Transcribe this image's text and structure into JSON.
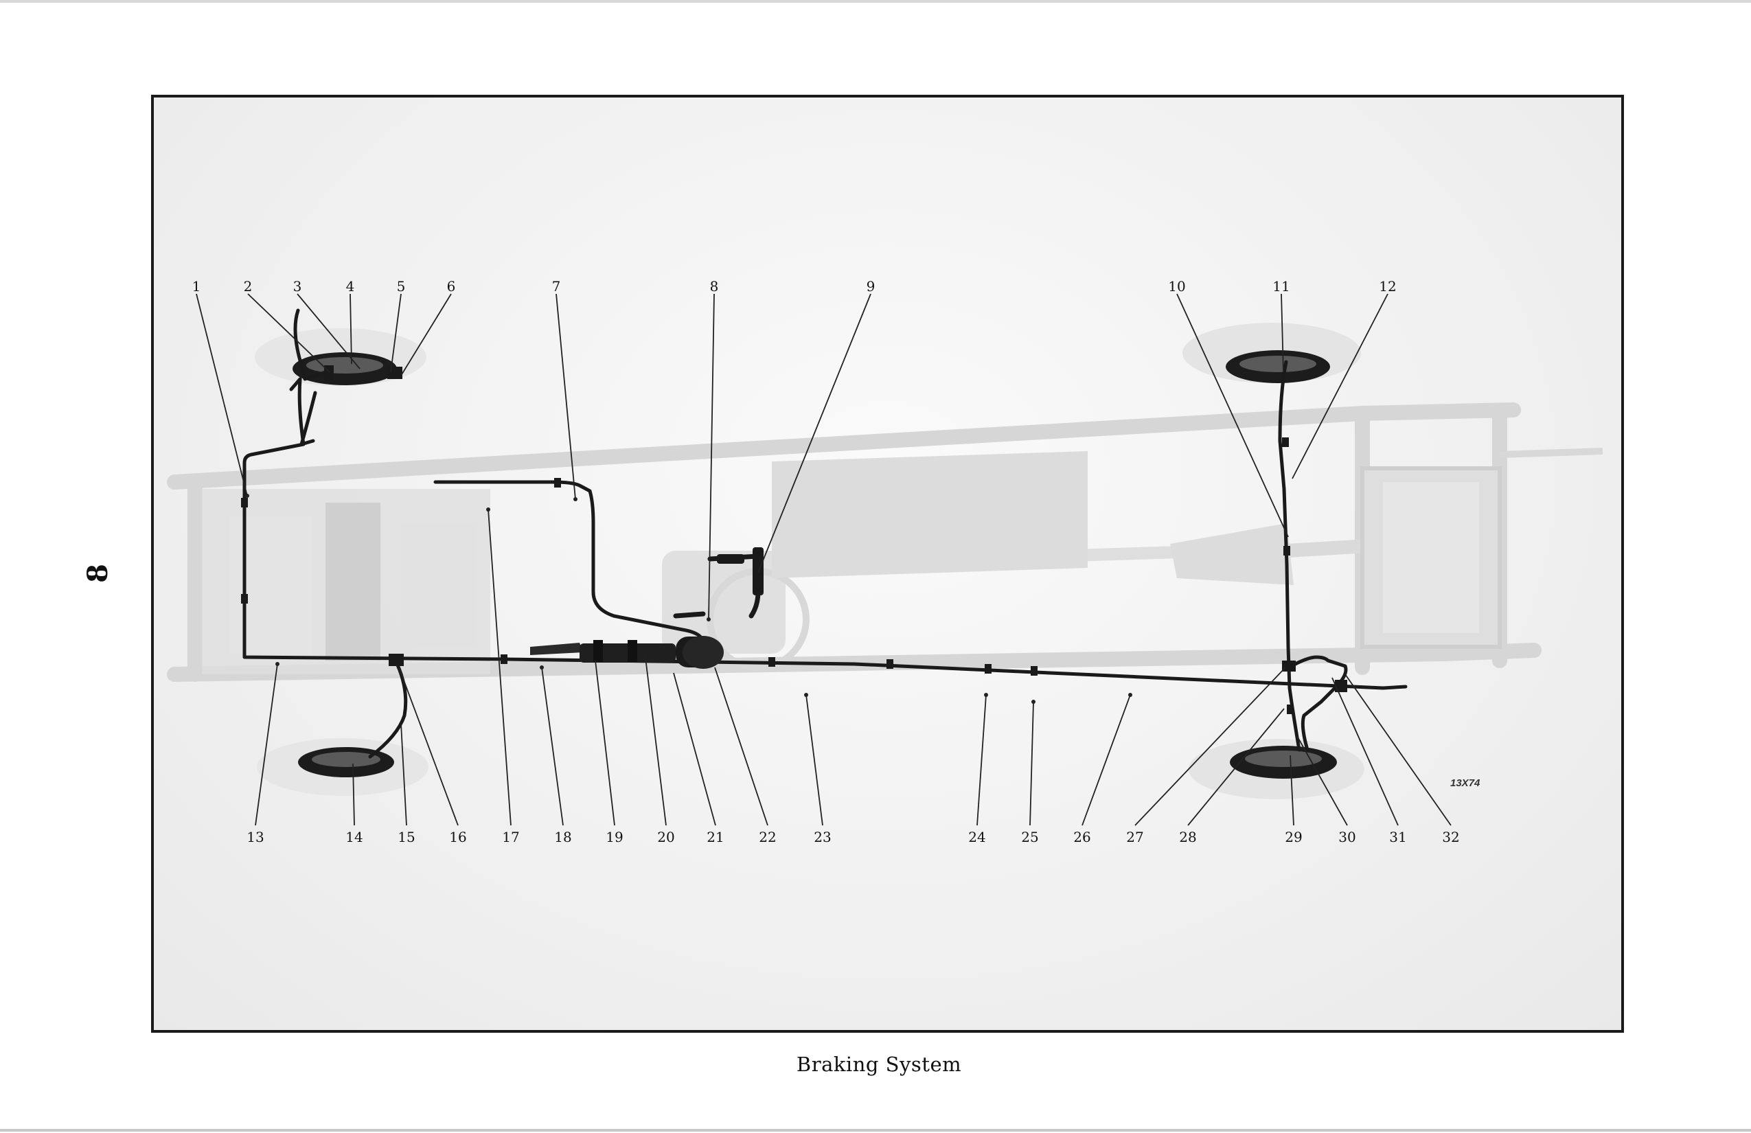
{
  "page_number": "8",
  "figure": {
    "caption": "Braking System",
    "reference_code": "13X74",
    "callouts_top": [
      "1",
      "2",
      "3",
      "4",
      "5",
      "6",
      "7",
      "8",
      "9",
      "10",
      "11",
      "12"
    ],
    "callouts_bottom": [
      "13",
      "14",
      "15",
      "16",
      "17",
      "18",
      "19",
      "20",
      "21",
      "22",
      "23",
      "24",
      "25",
      "26",
      "27",
      "28",
      "29",
      "30",
      "31",
      "32"
    ]
  }
}
